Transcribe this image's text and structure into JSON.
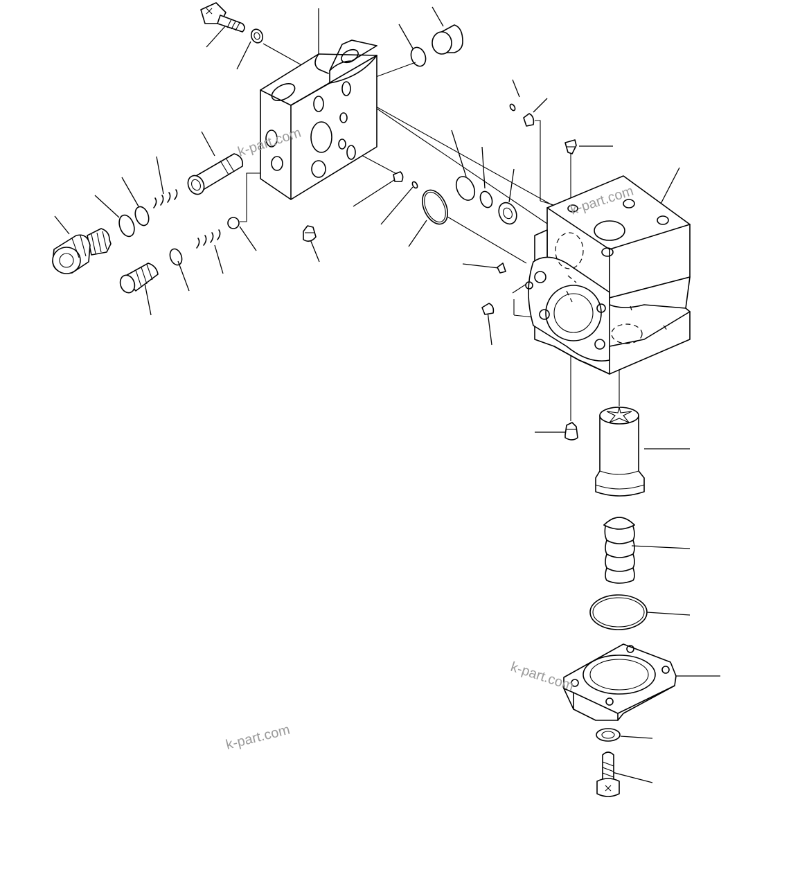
{
  "watermarks": [
    {
      "text": "k-part.com"
    },
    {
      "text": "k-part.com"
    },
    {
      "text": "k-part.com"
    },
    {
      "text": "k-part.com"
    }
  ],
  "colors": {
    "line": "#000000",
    "background": "#ffffff",
    "watermark": "#9a9a9a"
  }
}
